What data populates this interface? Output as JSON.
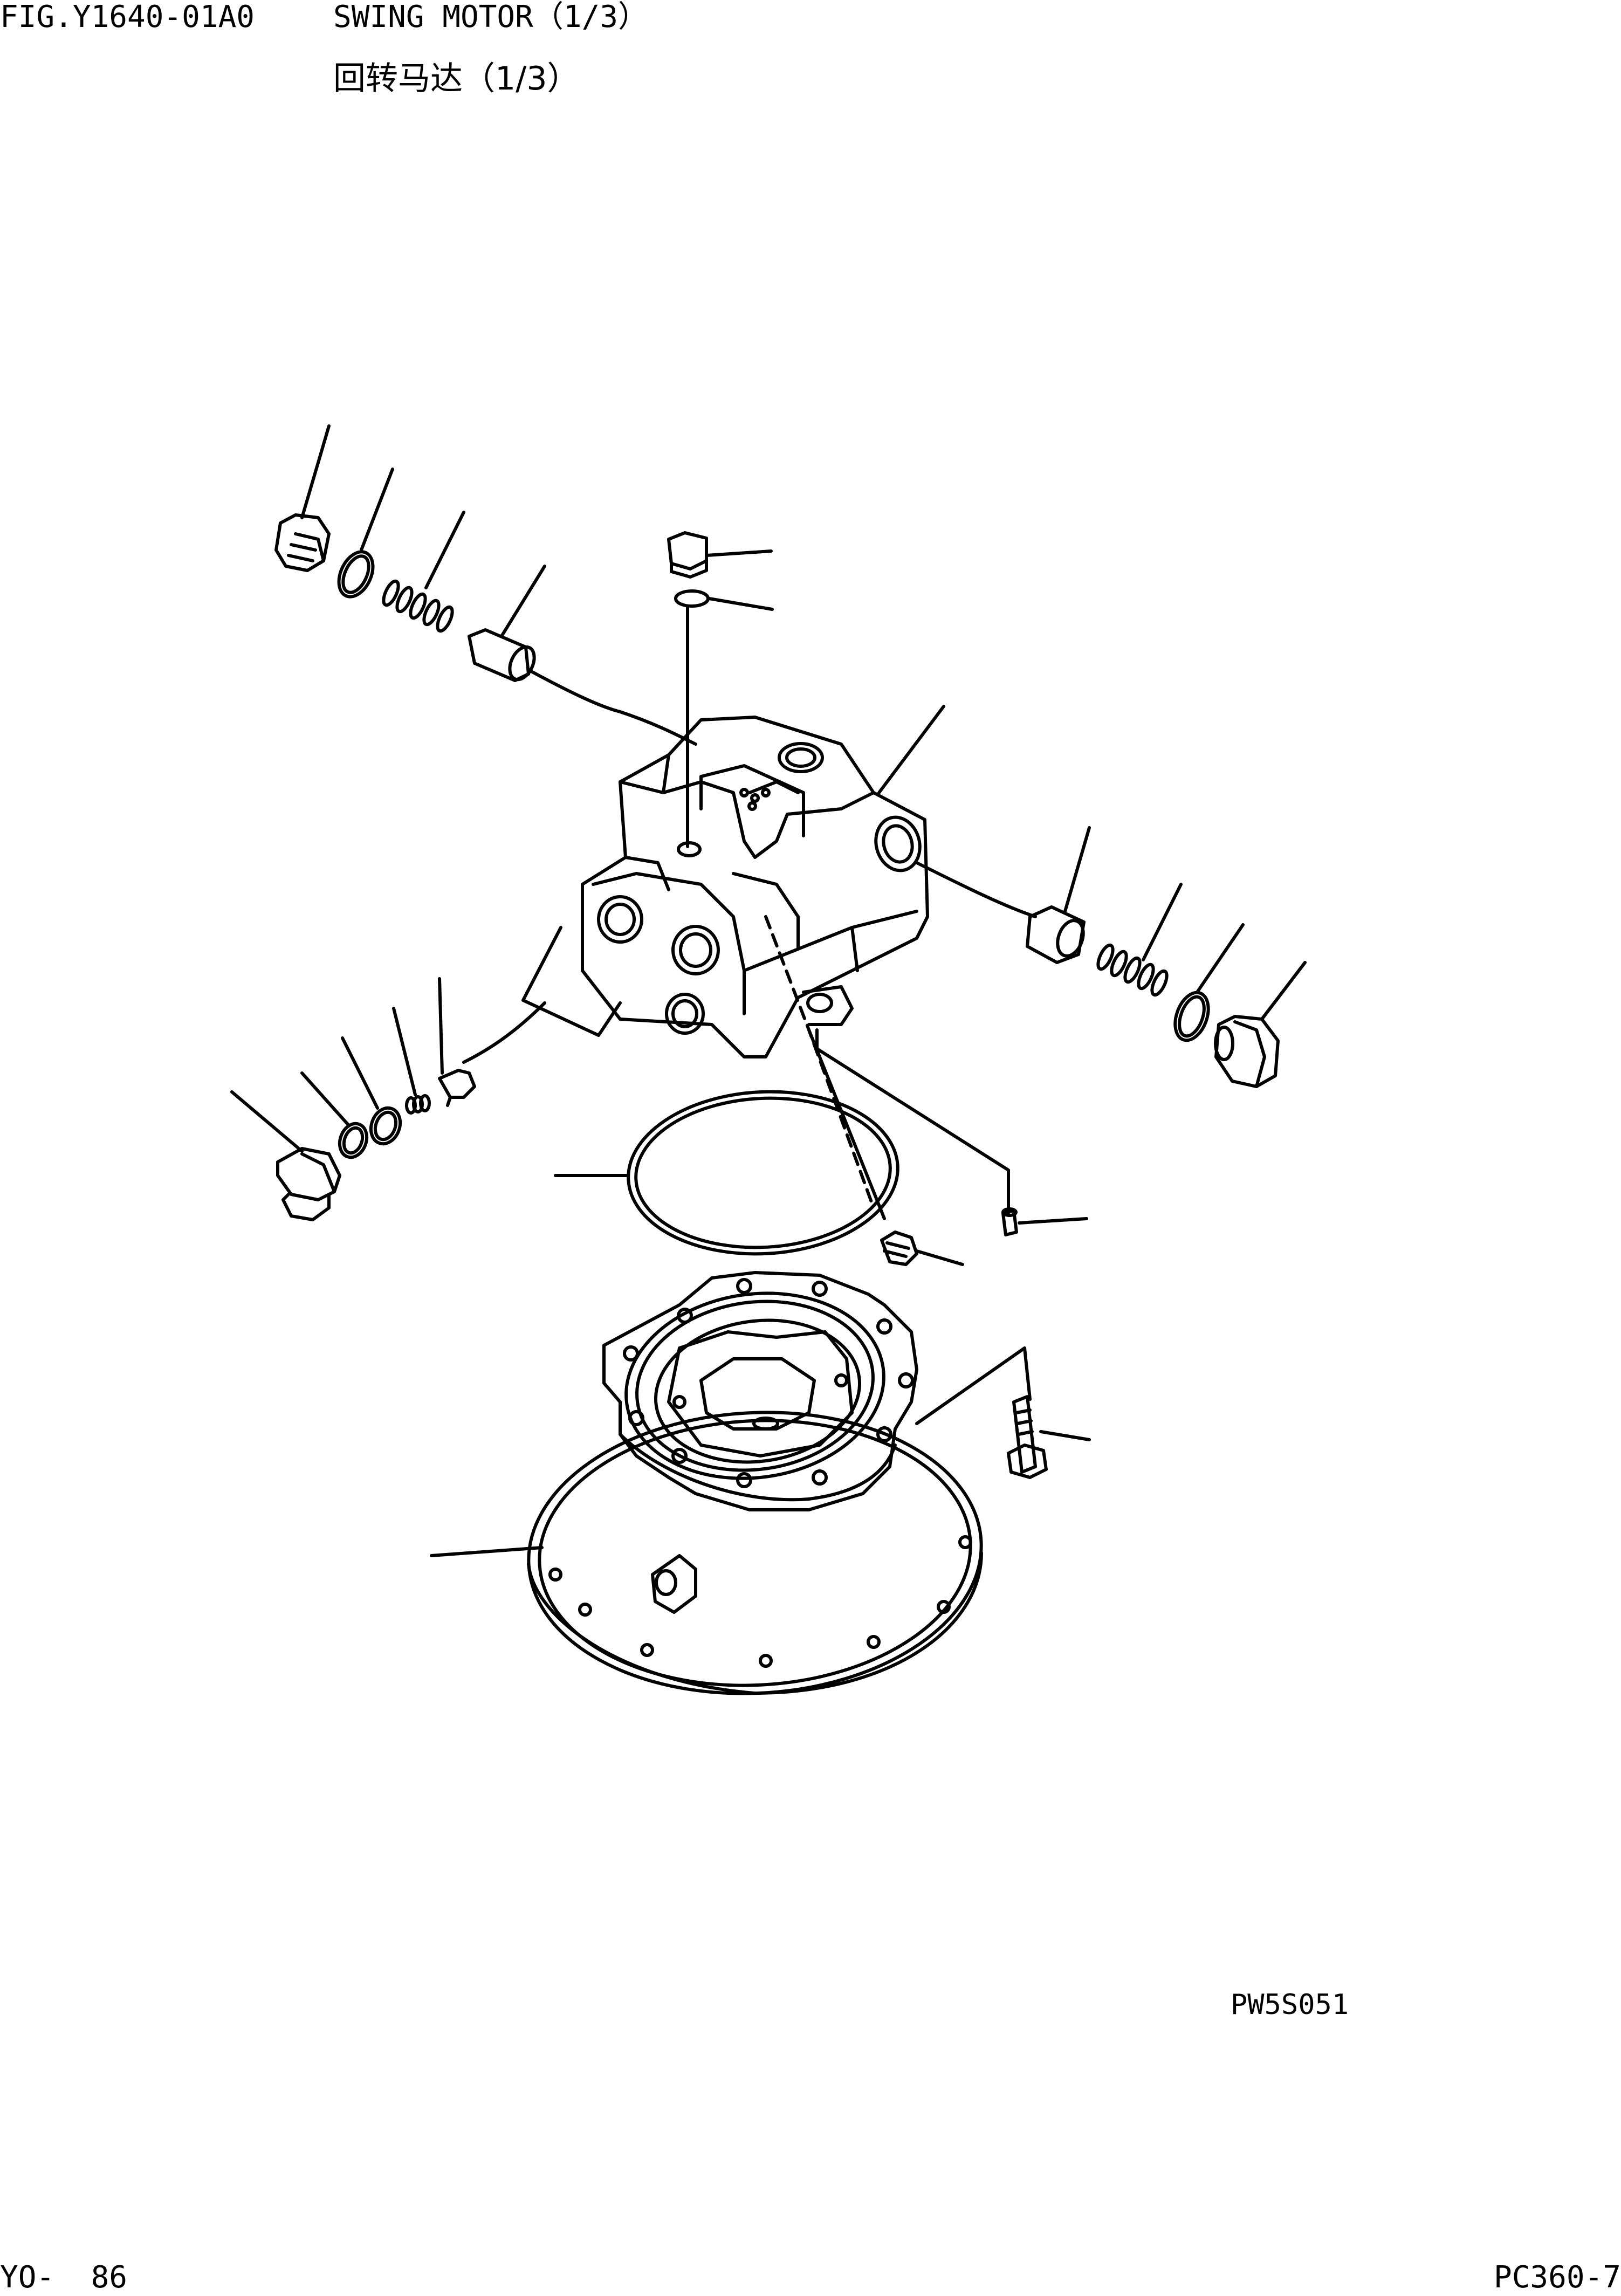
{
  "header": {
    "figure_id": "FIG.Y1640-01A0",
    "title_en": "SWING MOTOR（1/3）",
    "title_cn": "回转马达（1/3）"
  },
  "diagram": {
    "drawing_code": "PW5S051",
    "colors": {
      "line": "#000000",
      "background": "#ffffff"
    }
  },
  "footer": {
    "page_number": "YO-  86",
    "model": "PC360-7"
  }
}
